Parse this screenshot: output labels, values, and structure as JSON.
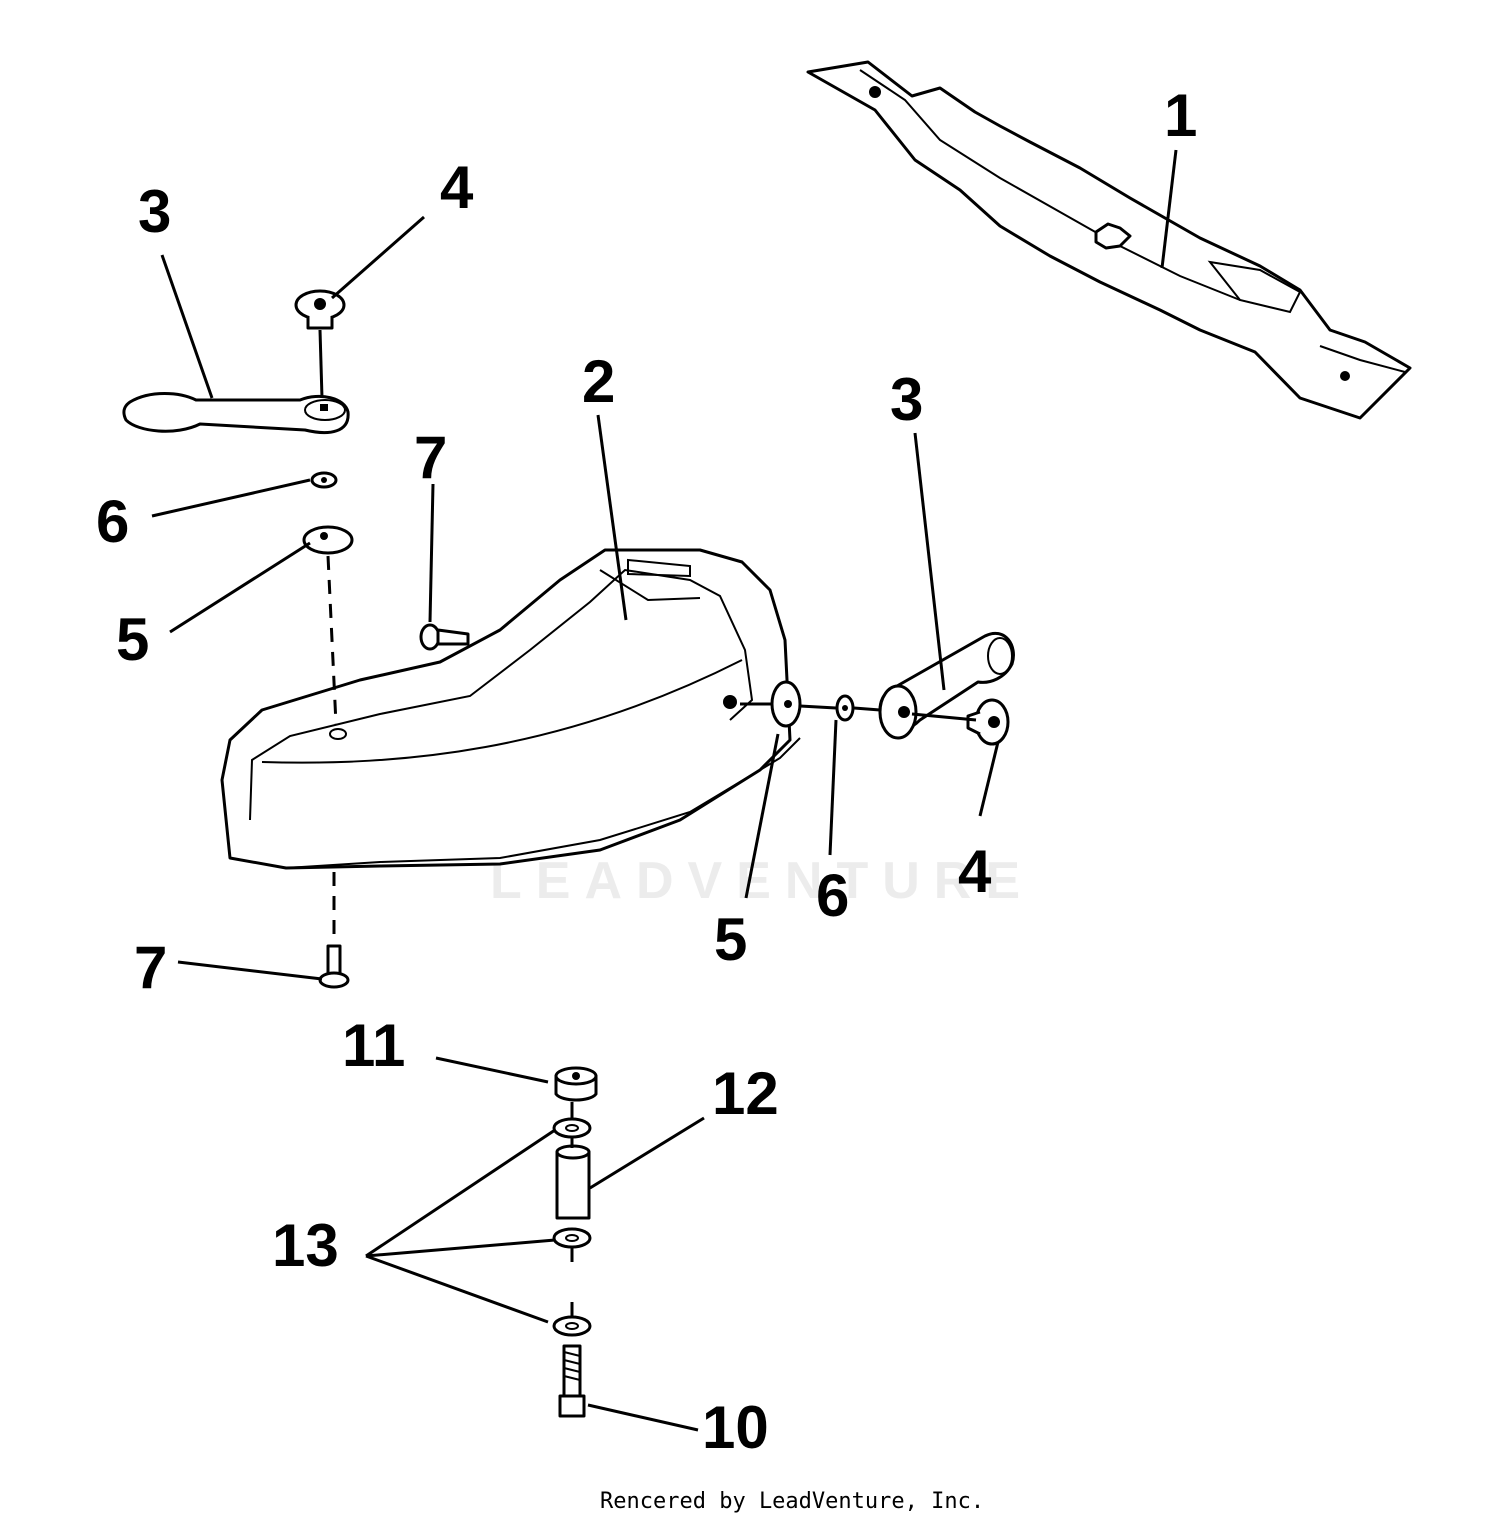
{
  "watermark": "LEADVENTURE",
  "footer": "Rencered by LeadVenture, Inc.",
  "callouts": {
    "blade": "1",
    "mandrel_cover": "2",
    "arm_left": "3",
    "arm_right": "3",
    "cap_left": "4",
    "cap_right": "4",
    "washer_large_left": "5",
    "washer_large_right": "5",
    "washer_small_left": "6",
    "washer_small_right": "6",
    "bolt_top": "7",
    "bolt_bottom": "7",
    "hex_bolt": "10",
    "nut": "11",
    "spacer": "12",
    "washers": "13"
  }
}
